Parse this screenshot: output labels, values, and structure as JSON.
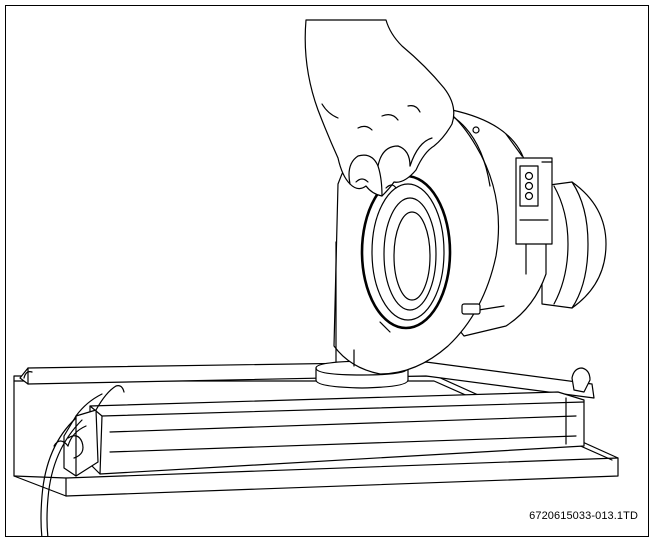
{
  "figure": {
    "reference_code": "6720615033-013.1TD",
    "line_color": "#000000",
    "fill_color": "#ffffff",
    "seal_ring_color": "#000000",
    "depicted_parts": [
      "hand",
      "fan-housing",
      "seal-ring",
      "electrical-connector",
      "fan-motor",
      "mounting-base",
      "burner-plate",
      "clip",
      "cable"
    ]
  }
}
